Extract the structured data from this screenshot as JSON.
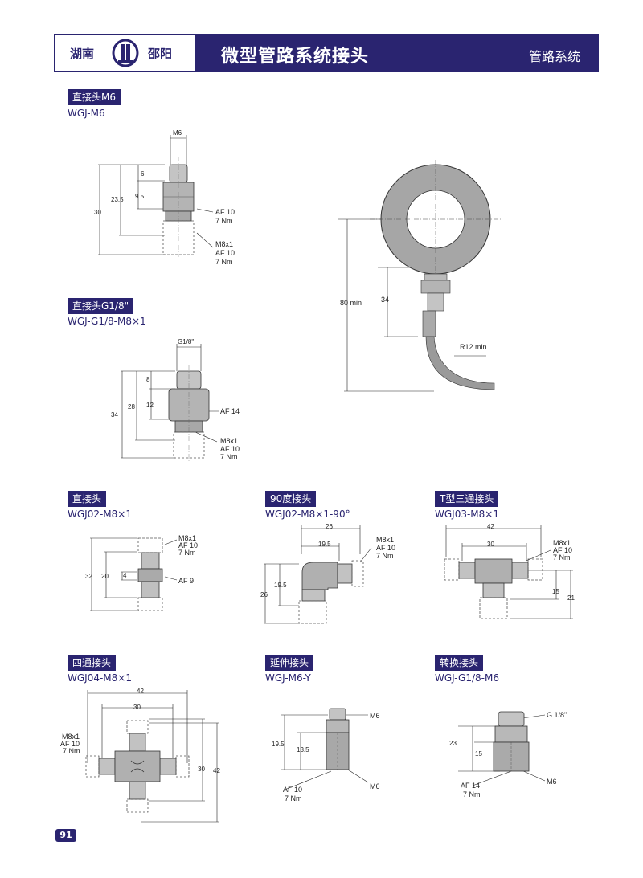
{
  "header": {
    "logo_left": "湖南",
    "logo_right": "邵阳",
    "title": "微型管路系统接头",
    "category": "管路系统"
  },
  "sections": {
    "m6": {
      "tag": "直接头M6",
      "code": "WGJ-M6",
      "dims": {
        "top": "M6",
        "d6": "6",
        "d95": "9.5",
        "d235": "23.5",
        "d30": "30",
        "af_a": "AF 10",
        "nm_a": "7 Nm",
        "thread": "M8x1",
        "af_b": "AF 10",
        "nm_b": "7 Nm"
      }
    },
    "g18": {
      "tag": "直接头G1/8\"",
      "code": "WGJ-G1/8-M8×1",
      "dims": {
        "top": "G1/8\"",
        "d8": "8",
        "d12": "12",
        "d28": "28",
        "d34": "34",
        "af": "AF 14",
        "thread": "M8x1",
        "af_b": "AF 10",
        "nm_b": "7 Nm"
      }
    },
    "gauge": {
      "d80": "80 min",
      "d34": "34",
      "r12": "R12 min"
    },
    "straight": {
      "tag": "直接头",
      "code": "WGJ02-M8×1",
      "dims": {
        "thread": "M8x1",
        "af_a": "AF 10",
        "nm_a": "7 Nm",
        "d32": "32",
        "d20": "20",
        "d4": "4",
        "af_b": "AF 9"
      }
    },
    "elbow": {
      "tag": "90度接头",
      "code": "WGJ02-M8×1-90°",
      "dims": {
        "d26w": "26",
        "d195w": "19.5",
        "thread": "M8x1",
        "af": "AF 10",
        "nm": "7 Nm",
        "d195h": "19.5",
        "d26h": "26"
      }
    },
    "tee": {
      "tag": "T型三通接头",
      "code": "WGJ03-M8×1",
      "dims": {
        "d42": "42",
        "d30": "30",
        "thread": "M8x1",
        "af": "AF 10",
        "nm": "7 Nm",
        "d15": "15",
        "d21": "21"
      }
    },
    "cross": {
      "tag": "四通接头",
      "code": "WGJ04-M8×1",
      "dims": {
        "d42w": "42",
        "d30w": "30",
        "thread": "M8x1",
        "af": "AF 10",
        "nm": "7 Nm",
        "d30h": "30",
        "d42h": "42"
      }
    },
    "ext": {
      "tag": "延伸接头",
      "code": "WGJ-M6-Y",
      "dims": {
        "m6a": "M6",
        "d195": "19.5",
        "d135": "13.5",
        "af": "AF 10",
        "nm": "7 Nm",
        "m6b": "M6"
      }
    },
    "conv": {
      "tag": "转换接头",
      "code": "WGJ-G1/8-M6",
      "dims": {
        "g18": "G 1/8\"",
        "d23": "23",
        "d15": "15",
        "af": "AF 14",
        "nm": "7 Nm",
        "m6": "M6"
      }
    }
  },
  "footer": {
    "page": "91"
  },
  "colors": {
    "brand": "#2a2470",
    "metal": "#b9b9b9",
    "metal_dark": "#8c8c8c"
  }
}
